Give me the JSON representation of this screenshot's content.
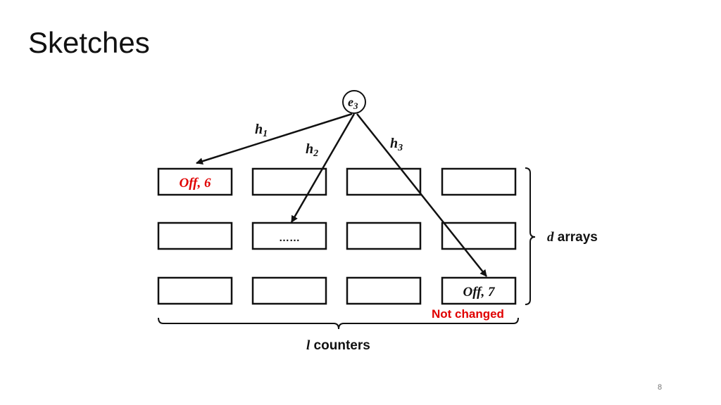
{
  "slide": {
    "title": "Sketches",
    "page_number": "8"
  },
  "diagram": {
    "element": {
      "base": "e",
      "sub": "3"
    },
    "hashes": [
      {
        "base": "h",
        "sub": "1"
      },
      {
        "base": "h",
        "sub": "2"
      },
      {
        "base": "h",
        "sub": "3"
      }
    ],
    "cells": {
      "row1_col1": {
        "text": "Off",
        "count": ", 6"
      },
      "row2_col2": {
        "text": "……"
      },
      "row3_col4": {
        "text": "Off",
        "count": ", 7"
      }
    },
    "not_changed_label": "Not changed",
    "arrays_label": {
      "var": "d",
      "text": " arrays"
    },
    "counters_label": {
      "var": "l",
      "text": " counters"
    },
    "colors": {
      "highlight": "#e00000",
      "stroke": "#111111"
    }
  }
}
